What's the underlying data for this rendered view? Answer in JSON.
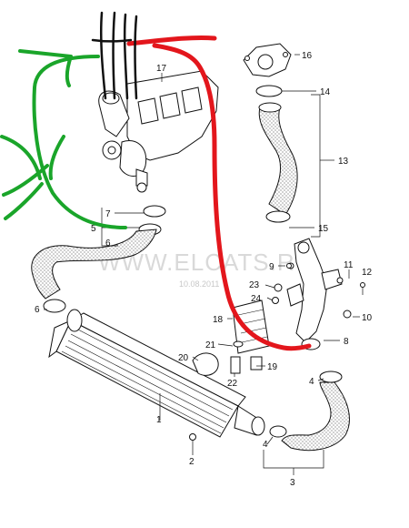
{
  "diagram": {
    "watermark": "WWW.ELCATS.RU",
    "date_stamp": "10.08.2011",
    "callouts": {
      "c1": "1",
      "c2": "2",
      "c3": "3",
      "c4a": "4",
      "c4b": "4",
      "c5": "5",
      "c6a": "6",
      "c6b": "6",
      "c7": "7",
      "c8": "8",
      "c9": "9",
      "c10": "10",
      "c11": "11",
      "c12": "12",
      "c13": "13",
      "c14": "14",
      "c15": "15",
      "c16": "16",
      "c17": "17",
      "c18": "18",
      "c19": "19",
      "c20": "20",
      "c21": "21",
      "c22": "22",
      "c23": "23",
      "c24": "24"
    },
    "colors": {
      "green_marker": "#1aa52a",
      "red_marker": "#e3161c",
      "black_marker": "#111111",
      "line": "#111111",
      "watermark": "#d9d9d9"
    }
  }
}
